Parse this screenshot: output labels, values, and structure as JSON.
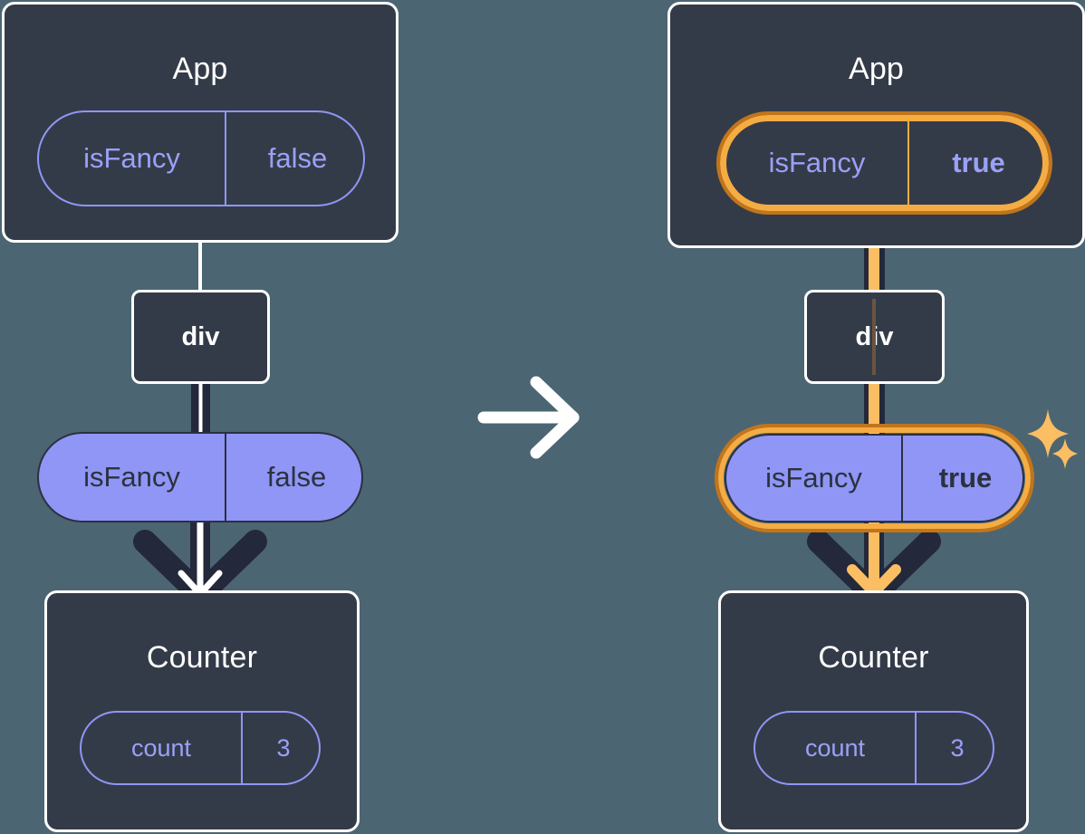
{
  "diagram": {
    "title": "React state update propagation",
    "type": "two-panel-component-tree",
    "transition_icon": "right-arrow-icon",
    "colors": {
      "background": "#4c6572",
      "card": "#343b48",
      "card_border": "#ffffff",
      "pill_purple": "#8f96f5",
      "pill_text_dark": "#2c313f",
      "pill_text_light": "#9aa1f7",
      "highlight_orange_light": "#f5ac43",
      "highlight_orange_dark": "#c1751b",
      "sparkle": "#fbbe62",
      "arrow_dark": "#23283a",
      "line_white": "#ffffff"
    }
  },
  "panels": [
    {
      "id": "before",
      "highlighted": false,
      "app": {
        "title": "App",
        "state": {
          "key": "isFancy",
          "value": "false",
          "bold_value": false,
          "highlighted": false
        }
      },
      "div": {
        "label": "div"
      },
      "prop": {
        "key": "isFancy",
        "value": "false",
        "bold_value": false,
        "highlighted": false
      },
      "counter": {
        "title": "Counter",
        "state": {
          "key": "count",
          "value": "3",
          "highlighted": false
        }
      },
      "sparkles": false
    },
    {
      "id": "after",
      "highlighted": true,
      "app": {
        "title": "App",
        "state": {
          "key": "isFancy",
          "value": "true",
          "bold_value": true,
          "highlighted": true
        }
      },
      "div": {
        "label": "div"
      },
      "prop": {
        "key": "isFancy",
        "value": "true",
        "bold_value": true,
        "highlighted": true
      },
      "counter": {
        "title": "Counter",
        "state": {
          "key": "count",
          "value": "3",
          "highlighted": false
        }
      },
      "sparkles": true
    }
  ]
}
